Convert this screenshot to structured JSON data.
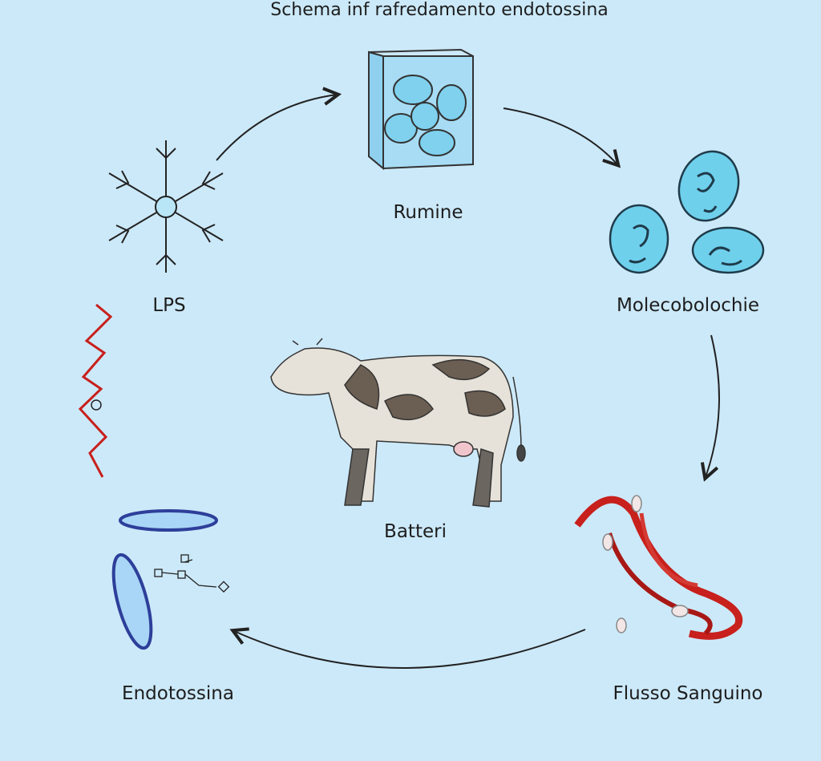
{
  "title": "Schema inf rafredamento endotossina",
  "nodes": {
    "lps": "LPS",
    "rumine": "Rumine",
    "molecole": "Molecobolochie",
    "flusso": "Flusso Sanguino",
    "endotossina": "Endotossina",
    "batteri": "Batteri"
  },
  "colors": {
    "background": "#cce9f9",
    "cell": "#6fd0ec",
    "blood": "#c8201c",
    "ring": "#2d3f9a"
  }
}
